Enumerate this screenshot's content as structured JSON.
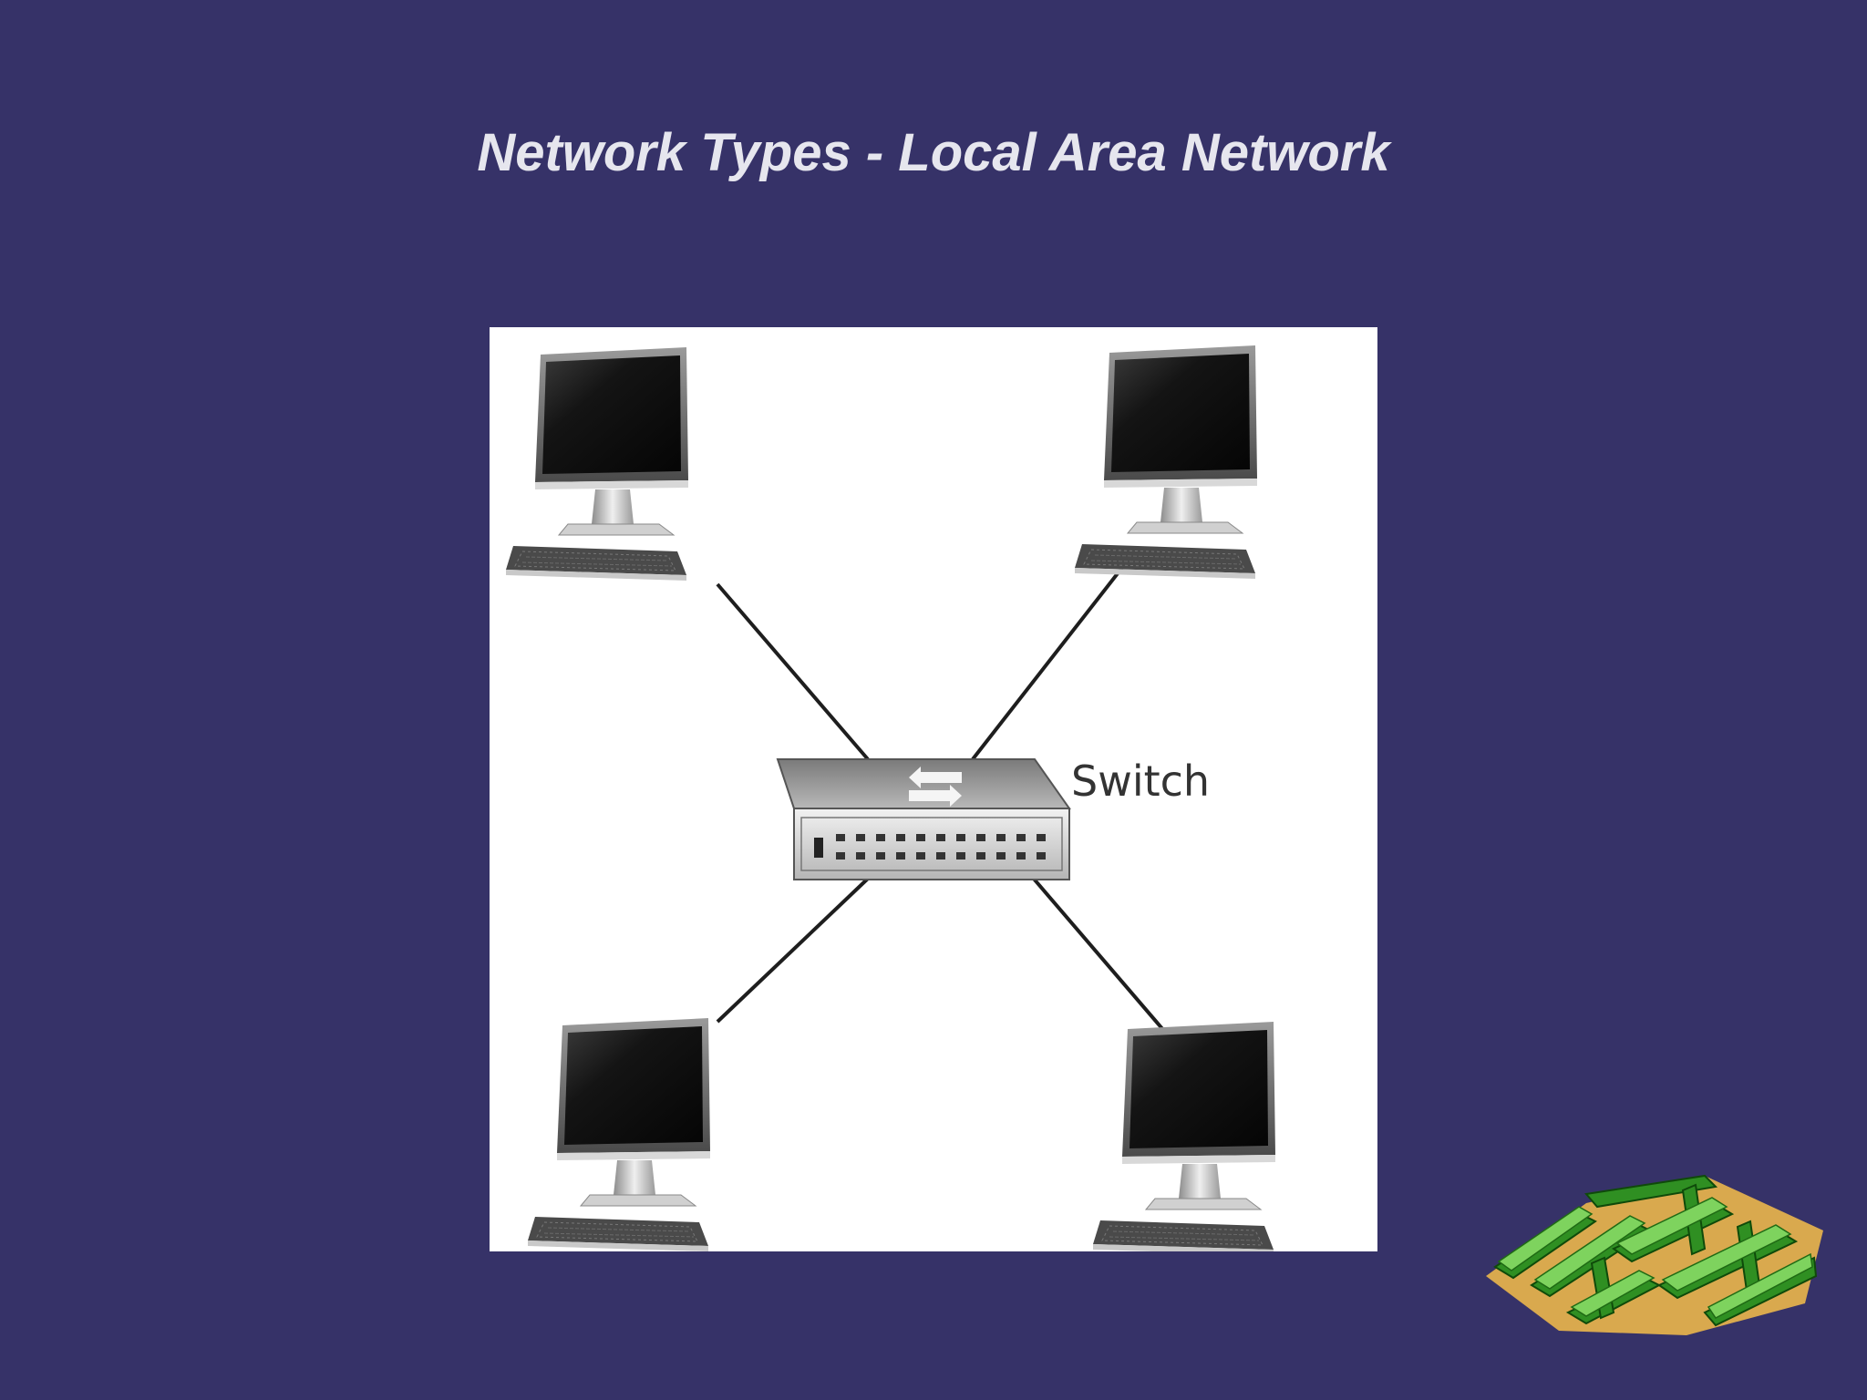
{
  "slide": {
    "title": "Network Types - Local Area Network",
    "background_color": "#363268"
  },
  "diagram": {
    "switch_label": "Switch",
    "nodes": [
      {
        "name": "computer-top-left",
        "icon": "desktop-computer-icon"
      },
      {
        "name": "computer-top-right",
        "icon": "desktop-computer-icon"
      },
      {
        "name": "computer-bottom-left",
        "icon": "desktop-computer-icon"
      },
      {
        "name": "computer-bottom-right",
        "icon": "desktop-computer-icon"
      }
    ],
    "hub": {
      "name": "network-switch",
      "icon": "network-switch-icon"
    }
  },
  "logo": {
    "icon": "green-maze-icon"
  }
}
